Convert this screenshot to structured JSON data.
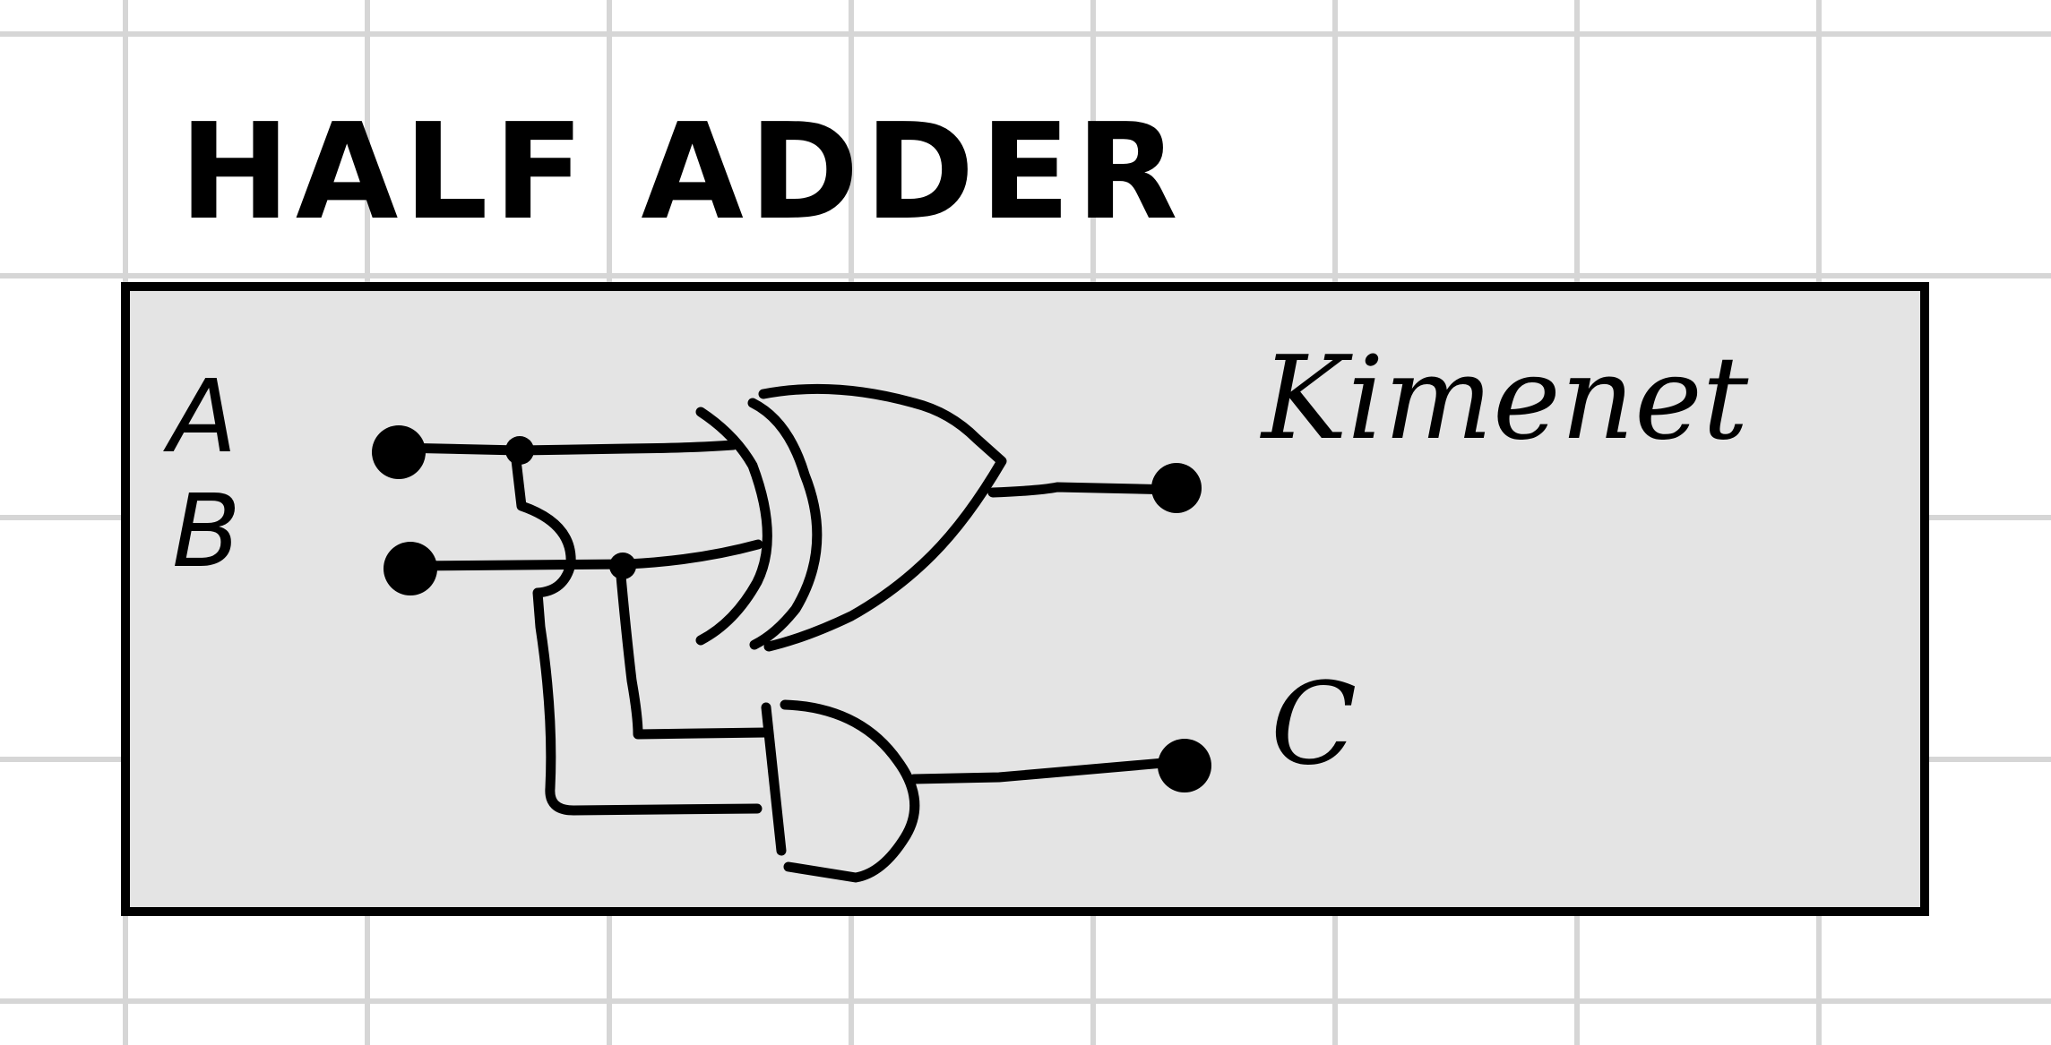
{
  "title": "HALF ADDER",
  "inputs": {
    "a": "A",
    "b": "B"
  },
  "outputs": {
    "sum": "Kimenet",
    "carry": "C"
  },
  "components": {
    "gate_top": "xor-gate",
    "gate_bottom": "and-gate"
  },
  "colors": {
    "ink": "#000000",
    "panel": "#e4e4e4",
    "grid": "#d6d6d6",
    "background": "#ffffff"
  }
}
